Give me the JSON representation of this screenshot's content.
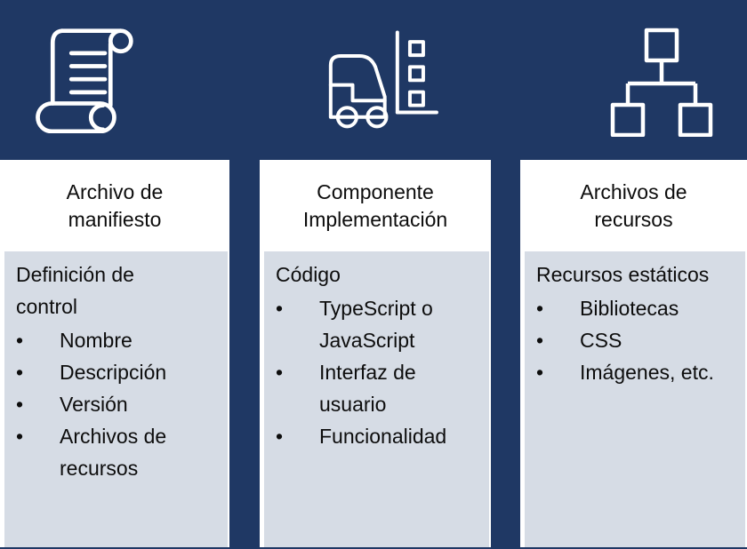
{
  "ui": {
    "bullet": "•"
  },
  "colors": {
    "banner_navy": "#1F3864",
    "panel_gray": "#D6DCE5",
    "panel_white": "#FFFFFF",
    "text": "#0D0D0D",
    "icon_stroke": "#FFFFFF"
  },
  "columns": [
    {
      "icon": "scroll-icon",
      "header": "Archivo de\nmanifiesto",
      "lead": "Definición de\ncontrol",
      "bullets": [
        "Nombre",
        "Descripción",
        "Versión",
        "Archivos de\nrecursos"
      ]
    },
    {
      "icon": "forklift-icon",
      "header": "Componente\nImplementación",
      "lead": "Código",
      "bullets": [
        "TypeScript o\nJavaScript",
        "Interfaz de\nusuario",
        "Funcionalidad"
      ]
    },
    {
      "icon": "org-chart-icon",
      "header": "Archivos de\nrecursos",
      "lead": "Recursos estáticos",
      "bullets": [
        "Bibliotecas",
        "CSS",
        "Imágenes, etc."
      ]
    }
  ]
}
